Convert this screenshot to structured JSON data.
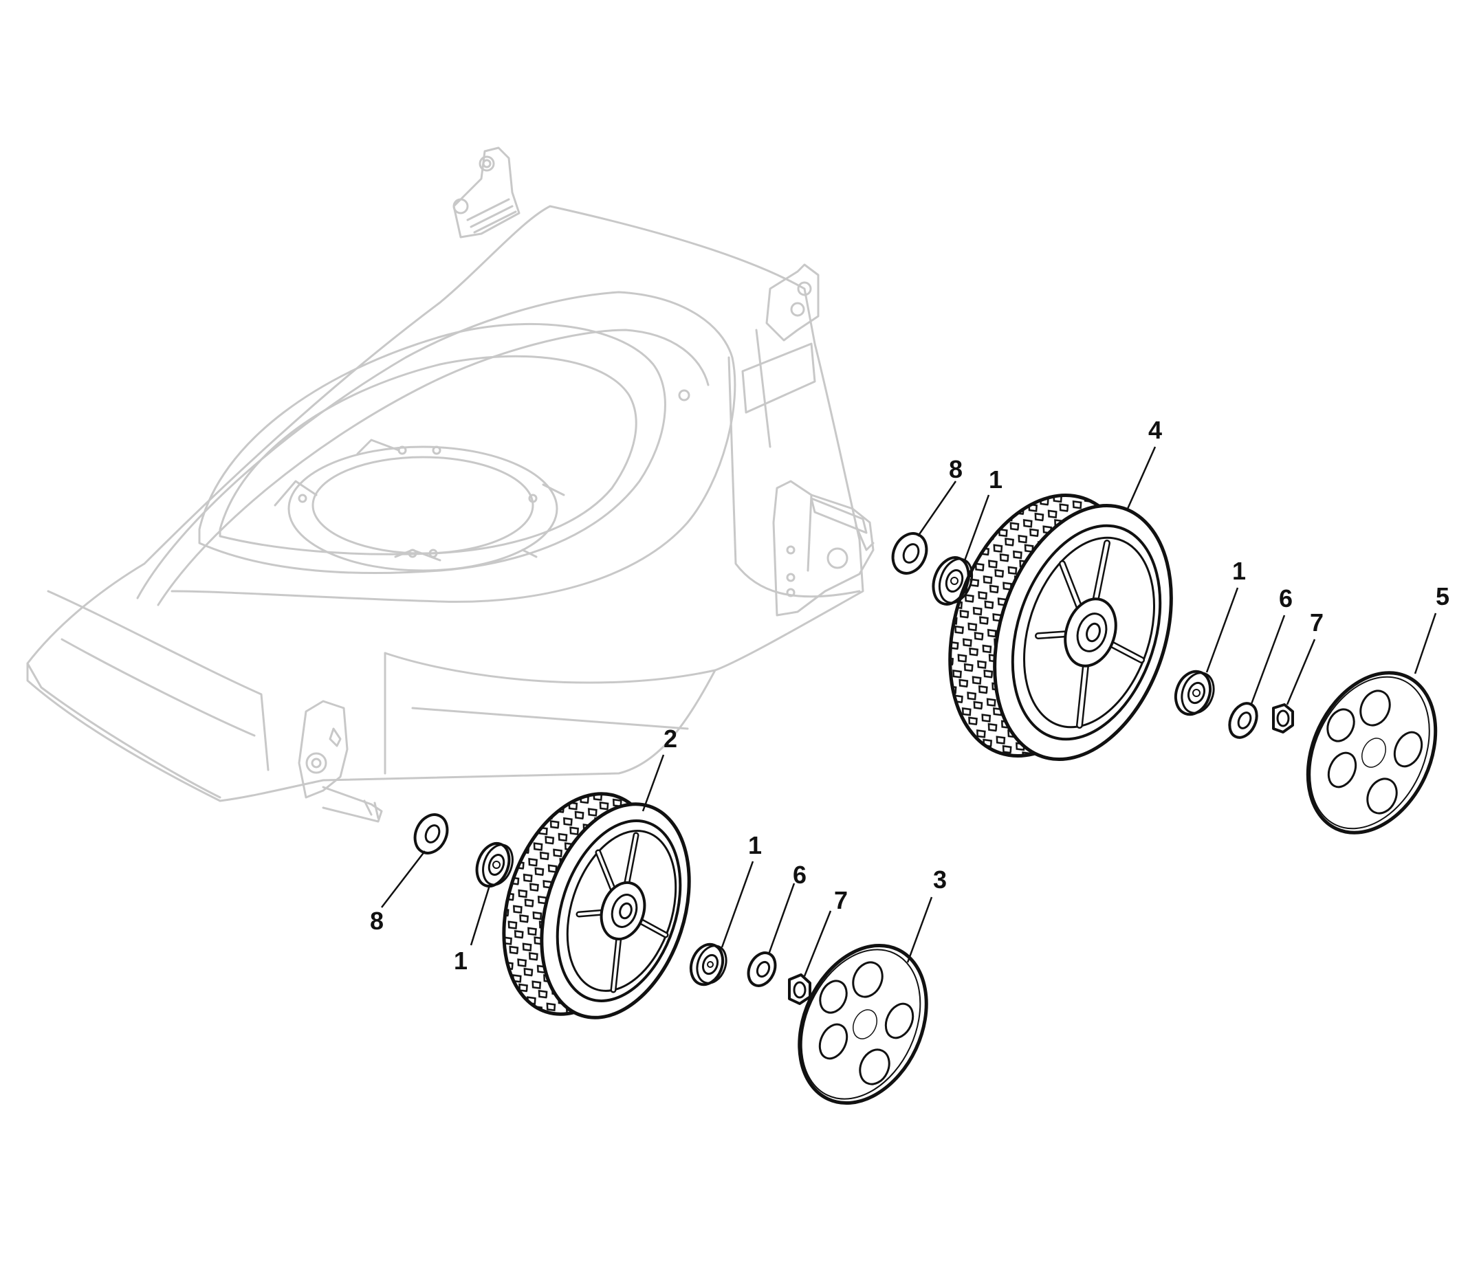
{
  "colors": {
    "ink": "#111111",
    "ghost": "#c8c8c8",
    "background": "#ffffff"
  },
  "callouts": [
    {
      "id": "c-8-top",
      "label": "8"
    },
    {
      "id": "c-1-top-a",
      "label": "1"
    },
    {
      "id": "c-4",
      "label": "4"
    },
    {
      "id": "c-1-top-b",
      "label": "1"
    },
    {
      "id": "c-6-top",
      "label": "6"
    },
    {
      "id": "c-7-top",
      "label": "7"
    },
    {
      "id": "c-5",
      "label": "5"
    },
    {
      "id": "c-2",
      "label": "2"
    },
    {
      "id": "c-8-bot",
      "label": "8"
    },
    {
      "id": "c-1-bot-a",
      "label": "1"
    },
    {
      "id": "c-1-bot-b",
      "label": "1"
    },
    {
      "id": "c-6-bot",
      "label": "6"
    },
    {
      "id": "c-7-bot",
      "label": "7"
    },
    {
      "id": "c-3",
      "label": "3"
    }
  ]
}
